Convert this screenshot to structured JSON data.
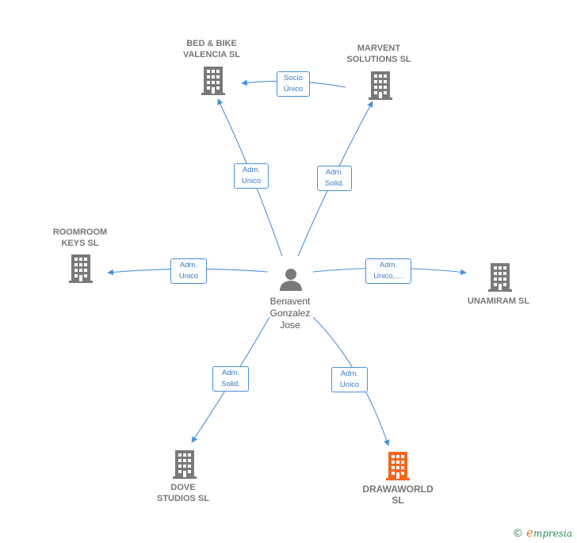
{
  "center": {
    "name": "Benavent\nGonzalez\nJose"
  },
  "companies": {
    "bed_bike": {
      "name": "BED & BIKE\nVALENCIA SL"
    },
    "marvent": {
      "name": "MARVENT\nSOLUTIONS SL"
    },
    "roomroom": {
      "name": "ROOMROOM\nKEYS  SL"
    },
    "unamiram": {
      "name": "UNAMIRAM  SL"
    },
    "dove": {
      "name": "DOVE\nSTUDIOS  SL"
    },
    "drawaworld": {
      "name": "DRAWAWORLD\nSL"
    }
  },
  "edges": {
    "bed_bike": "Adm.\nUnico",
    "marvent": "Adm.\nSolid.",
    "socio": "Socio\nÚnico",
    "roomroom": "Adm.\nUnico",
    "unamiram": "Adm.\nUnico,....",
    "dove": "Adm.\nSolid.",
    "drawaworld": "Adm.\nUnico"
  },
  "colors": {
    "edge": "#4a90d9",
    "building": "#7a7a7a",
    "focus_building": "#f26522",
    "person": "#7a7a7a"
  },
  "footer": {
    "copyright": "©",
    "brand_initial": "e",
    "brand_rest": "mpresia"
  }
}
